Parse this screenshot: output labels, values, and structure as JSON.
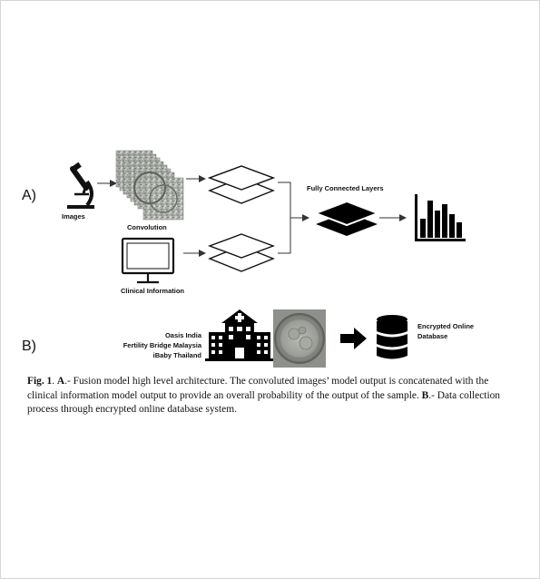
{
  "figure": {
    "panel_a": {
      "label": "A)",
      "images_label": "Images",
      "convolution_label": "Convolution",
      "clinical_label": "Clinical Information",
      "fc_label": "Fully Connected Layers"
    },
    "panel_b": {
      "label": "B)",
      "sources": [
        "Oasis India",
        "Fertility Bridge Malaysia",
        "iBaby Thailand"
      ],
      "database_label_line1": "Encrypted Online",
      "database_label_line2": "Database"
    }
  },
  "caption": {
    "fig_label": "Fig. 1",
    "sep1": ". ",
    "a_label": "A",
    "a_text": ".- Fusion model high level architecture. The convoluted images’ model output is concatenated with the clinical information model output to provide an overall probability of the output of the sample. ",
    "b_label": "B",
    "b_text": ".- Data collection process through encrypted online database system."
  }
}
